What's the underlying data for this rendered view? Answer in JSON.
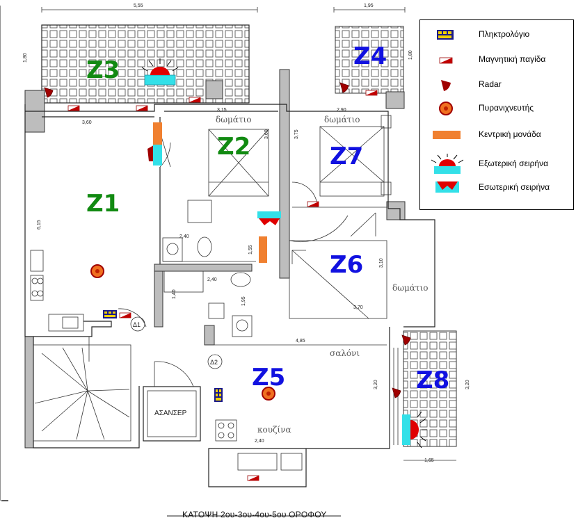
{
  "legend": {
    "items": [
      {
        "icon": "keypad-icon",
        "label": "Πληκτρολόγιο"
      },
      {
        "icon": "magnetic-contact-icon",
        "label": "Μαγνητική παγίδα"
      },
      {
        "icon": "radar-icon",
        "label": "Radar"
      },
      {
        "icon": "smoke-detector-icon",
        "label": "Πυρανιχνευτής"
      },
      {
        "icon": "control-unit-icon",
        "label": "Κεντρική μονάδα"
      },
      {
        "icon": "outdoor-siren-icon",
        "label": "Εξωτερική σειρήνα"
      },
      {
        "icon": "indoor-siren-icon",
        "label": "Εσωτερική σειρήνα"
      }
    ]
  },
  "zones": {
    "z1": "Z1",
    "z2": "Z2",
    "z3": "Z3",
    "z4": "Z4",
    "z5": "Z5",
    "z6": "Z6",
    "z7": "Z7",
    "z8": "Z8"
  },
  "rooms": {
    "bedroom_a": "δωμάτιο",
    "bedroom_b": "δωμάτιο",
    "bedroom_c": "δωμάτιο",
    "living": "σαλόνι",
    "kitchen": "κουζίνα",
    "elevator": "ΑΣΑΝΣΕΡ"
  },
  "dimensions": {
    "d555": "5,55",
    "d195": "1,95",
    "d180a": "1,80",
    "d180b": "1,80",
    "d360": "3,60",
    "d315": "3,15",
    "d290": "2,90",
    "d615": "6,15",
    "d360v": "3,60",
    "d375": "3,75",
    "d240a": "2,40",
    "d155": "1,55",
    "d240b": "2,40",
    "d140": "1,40",
    "d195b": "1,95",
    "d310": "3,10",
    "d370": "3,70",
    "d485": "4,85",
    "d320a": "3,20",
    "d320b": "3,20",
    "d240c": "2,40",
    "d165": "1,65"
  },
  "markers": {
    "delta1": "Δ1",
    "delta2": "Δ2"
  },
  "caption": "ΚΑΤΟΨΗ 2ου-3ου-4ου-5ου ΟΡΟΦΟΥ",
  "colors": {
    "zone_green": "#118a11",
    "zone_blue": "#1111e0",
    "siren_red": "#e00000",
    "siren_base": "#33e0e8",
    "control_unit": "#f08030",
    "radar": "#a00000",
    "keypad_body": "#1a1a8a",
    "keypad_keys": "#f0d000"
  }
}
